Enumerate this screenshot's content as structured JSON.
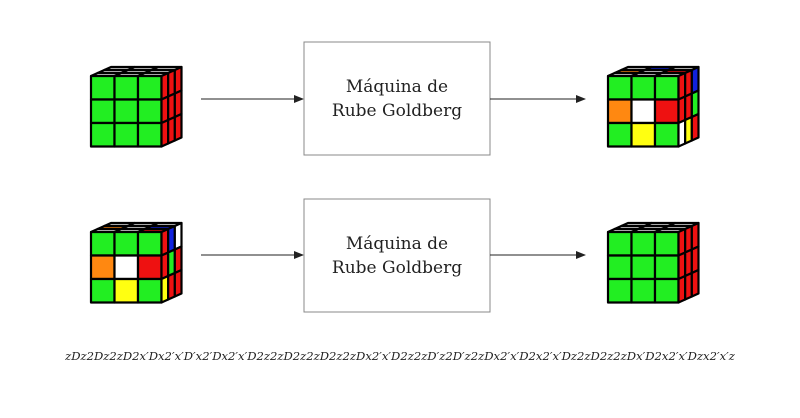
{
  "colors": {
    "W": "#ffffff",
    "G": "#22ee22",
    "R": "#ee1111",
    "B": "#1122dd",
    "O": "#ff8811",
    "Y": "#ffff11",
    "edge": "#000000",
    "line": "#222222",
    "box_border": "#888888"
  },
  "rows": [
    {
      "box": {
        "line1": "Máquina de",
        "line2": "Rube Goldberg"
      },
      "input_cube": {
        "top": [
          [
            "W",
            "W",
            "W"
          ],
          [
            "W",
            "W",
            "W"
          ],
          [
            "W",
            "W",
            "W"
          ]
        ],
        "front": [
          [
            "G",
            "G",
            "G"
          ],
          [
            "G",
            "G",
            "G"
          ],
          [
            "G",
            "G",
            "G"
          ]
        ],
        "right": [
          [
            "R",
            "R",
            "R"
          ],
          [
            "R",
            "R",
            "R"
          ],
          [
            "R",
            "R",
            "R"
          ]
        ]
      },
      "output_cube": {
        "top": [
          [
            "W",
            "B",
            "W"
          ],
          [
            "O",
            "W",
            "R"
          ],
          [
            "W",
            "W",
            "W"
          ]
        ],
        "front": [
          [
            "G",
            "G",
            "G"
          ],
          [
            "O",
            "W",
            "R"
          ],
          [
            "G",
            "Y",
            "G"
          ]
        ],
        "right": [
          [
            "R",
            "R",
            "B"
          ],
          [
            "R",
            "R",
            "G"
          ],
          [
            "W",
            "Y",
            "R"
          ]
        ]
      }
    },
    {
      "box": {
        "line1": "Máquina de",
        "line2": "Rube Goldberg"
      },
      "input_cube": {
        "top": [
          [
            "W",
            "W",
            "W"
          ],
          [
            "O",
            "W",
            "B"
          ],
          [
            "W",
            "W",
            "R"
          ]
        ],
        "front": [
          [
            "G",
            "G",
            "G"
          ],
          [
            "O",
            "W",
            "R"
          ],
          [
            "G",
            "Y",
            "G"
          ]
        ],
        "right": [
          [
            "R",
            "B",
            "W"
          ],
          [
            "R",
            "G",
            "R"
          ],
          [
            "Y",
            "R",
            "R"
          ]
        ]
      },
      "output_cube": {
        "top": [
          [
            "W",
            "W",
            "W"
          ],
          [
            "W",
            "W",
            "W"
          ],
          [
            "W",
            "W",
            "W"
          ]
        ],
        "front": [
          [
            "G",
            "G",
            "G"
          ],
          [
            "G",
            "G",
            "G"
          ],
          [
            "G",
            "G",
            "G"
          ]
        ],
        "right": [
          [
            "R",
            "R",
            "R"
          ],
          [
            "R",
            "R",
            "R"
          ],
          [
            "R",
            "R",
            "R"
          ]
        ]
      }
    }
  ],
  "sequence": "zDz2Dz2zD2x′Dx2′x′D′x2′Dx2′x′D2z2zD2z2zD2z2zDx2′x′D2z2zD′z2D′z2zDx2′x′D2x2′x′Dz2zD2z2zDx′D2x2′x′Dzx2′x′z"
}
